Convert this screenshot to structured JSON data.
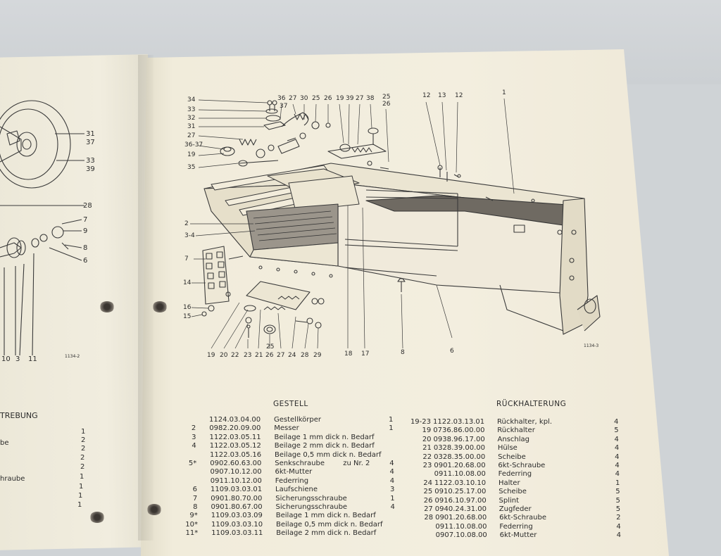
{
  "drawing_ids": {
    "right": "1134-3",
    "left": "1134-2"
  },
  "left_callouts": [
    "31",
    "37",
    "33",
    "39",
    "28",
    "7",
    "9",
    "8",
    "6",
    "10",
    "3",
    "11"
  ],
  "right_callouts_top": [
    "34",
    "36",
    "37",
    "27",
    "30",
    "25",
    "26",
    "19",
    "39",
    "27",
    "38",
    "25",
    "26",
    "12",
    "13",
    "12",
    "1"
  ],
  "right_callouts_left": [
    "33",
    "32",
    "31",
    "27",
    "36-37",
    "19",
    "35",
    "2",
    "3-4",
    "7",
    "14",
    "16",
    "15"
  ],
  "right_callouts_bottom": [
    "19",
    "20",
    "22",
    "23",
    "21",
    "25",
    "26",
    "27",
    "24",
    "28",
    "29",
    "18",
    "17",
    "8",
    "6"
  ],
  "left_list": {
    "heading": "TREBUNG",
    "labels": [
      "be",
      "hraube"
    ],
    "numbers": [
      "1",
      "2",
      "2",
      "2",
      "2",
      "1",
      "1",
      "1",
      "1"
    ]
  },
  "gestell": {
    "title": "GESTELL",
    "rows": [
      {
        "pos": "",
        "nr": "1124.03.04.00",
        "name": "Gestellkörper",
        "note": "",
        "qty": "1"
      },
      {
        "pos": "2",
        "nr": "0982.20.09.00",
        "name": "Messer",
        "note": "",
        "qty": "1"
      },
      {
        "pos": "3",
        "nr": "1122.03.05.11",
        "name": "Beilage   1 mm dick  n. Bedarf",
        "note": "",
        "qty": ""
      },
      {
        "pos": "4",
        "nr": "1122.03.05.12",
        "name": "Beilage   2 mm dick  n. Bedarf",
        "note": "",
        "qty": ""
      },
      {
        "pos": "",
        "nr": "1122.03.05.16",
        "name": "Beilage  0,5 mm dick  n. Bedarf",
        "note": "",
        "qty": ""
      },
      {
        "pos": "5*",
        "nr": "0902.60.63.00",
        "name": "Senkschraube",
        "note": "zu Nr. 2",
        "qty": "4"
      },
      {
        "pos": "",
        "nr": "0907.10.12.00",
        "name": "6kt-Mutter",
        "note": "",
        "qty": "4"
      },
      {
        "pos": "",
        "nr": "0911.10.12.00",
        "name": "Federring",
        "note": "",
        "qty": "4"
      },
      {
        "pos": "6",
        "nr": "1109.03.03.01",
        "name": "Laufschiene",
        "note": "",
        "qty": "3"
      },
      {
        "pos": "7",
        "nr": "0901.80.70.00",
        "name": "Sicherungsschraube",
        "note": "",
        "qty": "1"
      },
      {
        "pos": "8",
        "nr": "0901.80.67.00",
        "name": "Sicherungsschraube",
        "note": "",
        "qty": "4"
      },
      {
        "pos": "9*",
        "nr": "1109.03.03.09",
        "name": "Beilage   1 mm dick  n. Bedarf",
        "note": "",
        "qty": ""
      },
      {
        "pos": "10*",
        "nr": "1109.03.03.10",
        "name": "Beilage  0,5 mm dick  n. Bedarf",
        "note": "",
        "qty": ""
      },
      {
        "pos": "11*",
        "nr": "1109.03.03.11",
        "name": "Beilage   2 mm dick  n. Bedarf",
        "note": "",
        "qty": ""
      }
    ]
  },
  "rueckhalterung": {
    "title": "RÜCKHALTERUNG",
    "rows": [
      {
        "pos": "19-23",
        "nr": "1122.03.13.01",
        "name": "Rückhalter, kpl.",
        "qty": "4"
      },
      {
        "pos": "19",
        "nr": "0736.86.00.00",
        "name": "Rückhalter",
        "qty": "5"
      },
      {
        "pos": "20",
        "nr": "0938.96.17.00",
        "name": "Anschlag",
        "qty": "4"
      },
      {
        "pos": "21",
        "nr": "0328.39.00.00",
        "name": "Hülse",
        "qty": "4"
      },
      {
        "pos": "22",
        "nr": "0328.35.00.00",
        "name": "Scheibe",
        "qty": "4"
      },
      {
        "pos": "23",
        "nr": "0901.20.68.00",
        "name": "6kt-Schraube",
        "qty": "4"
      },
      {
        "pos": "",
        "nr": "0911.10.08.00",
        "name": "Federring",
        "qty": "4"
      },
      {
        "pos": "24",
        "nr": "1122.03.10.10",
        "name": "Halter",
        "qty": "1"
      },
      {
        "pos": "25",
        "nr": "0910.25.17.00",
        "name": "Scheibe",
        "qty": "5"
      },
      {
        "pos": "26",
        "nr": "0916.10.97.00",
        "name": "Splint",
        "qty": "5"
      },
      {
        "pos": "27",
        "nr": "0940.24.31.00",
        "name": "Zugfeder",
        "qty": "5"
      },
      {
        "pos": "28",
        "nr": "0901.20.68.00",
        "name": "6kt-Schraube",
        "qty": "2"
      },
      {
        "pos": "",
        "nr": "0911.10.08.00",
        "name": "Federring",
        "qty": "4"
      },
      {
        "pos": "",
        "nr": "0907.10.08.00",
        "name": "6kt-Mutter",
        "qty": "4"
      }
    ]
  }
}
